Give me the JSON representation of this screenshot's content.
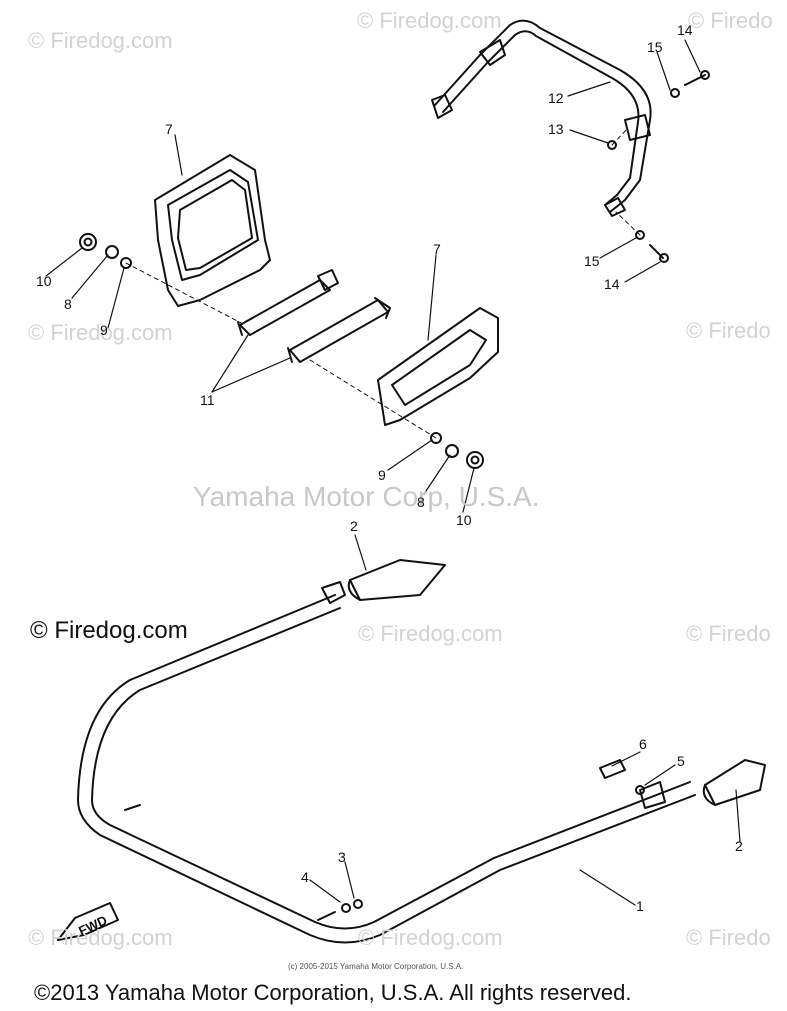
{
  "watermarks": [
    "© Firedog.com",
    "© Firedog.com",
    "© Firedo",
    "© Firedog.com",
    "© Firedo",
    "© Firedog.com",
    "© Firedo",
    "© Firedog.com",
    "© Firedog.com",
    "© Firedo"
  ],
  "corp_watermark": "Yamaha Motor Corp, U.S.A.",
  "firedog_main": "© Firedog.com",
  "part_labels": [
    "1",
    "2",
    "2",
    "3",
    "4",
    "5",
    "6",
    "7",
    "7",
    "8",
    "8",
    "9",
    "9",
    "10",
    "10",
    "11",
    "12",
    "13",
    "14",
    "14",
    "15",
    "15"
  ],
  "fwd_label": "FWD",
  "small_copyright": "(c) 2005-2015 Yamaha Motor Corporation, U.S.A.",
  "footer": "©2013 Yamaha Motor Corporation, U.S.A. All rights reserved."
}
